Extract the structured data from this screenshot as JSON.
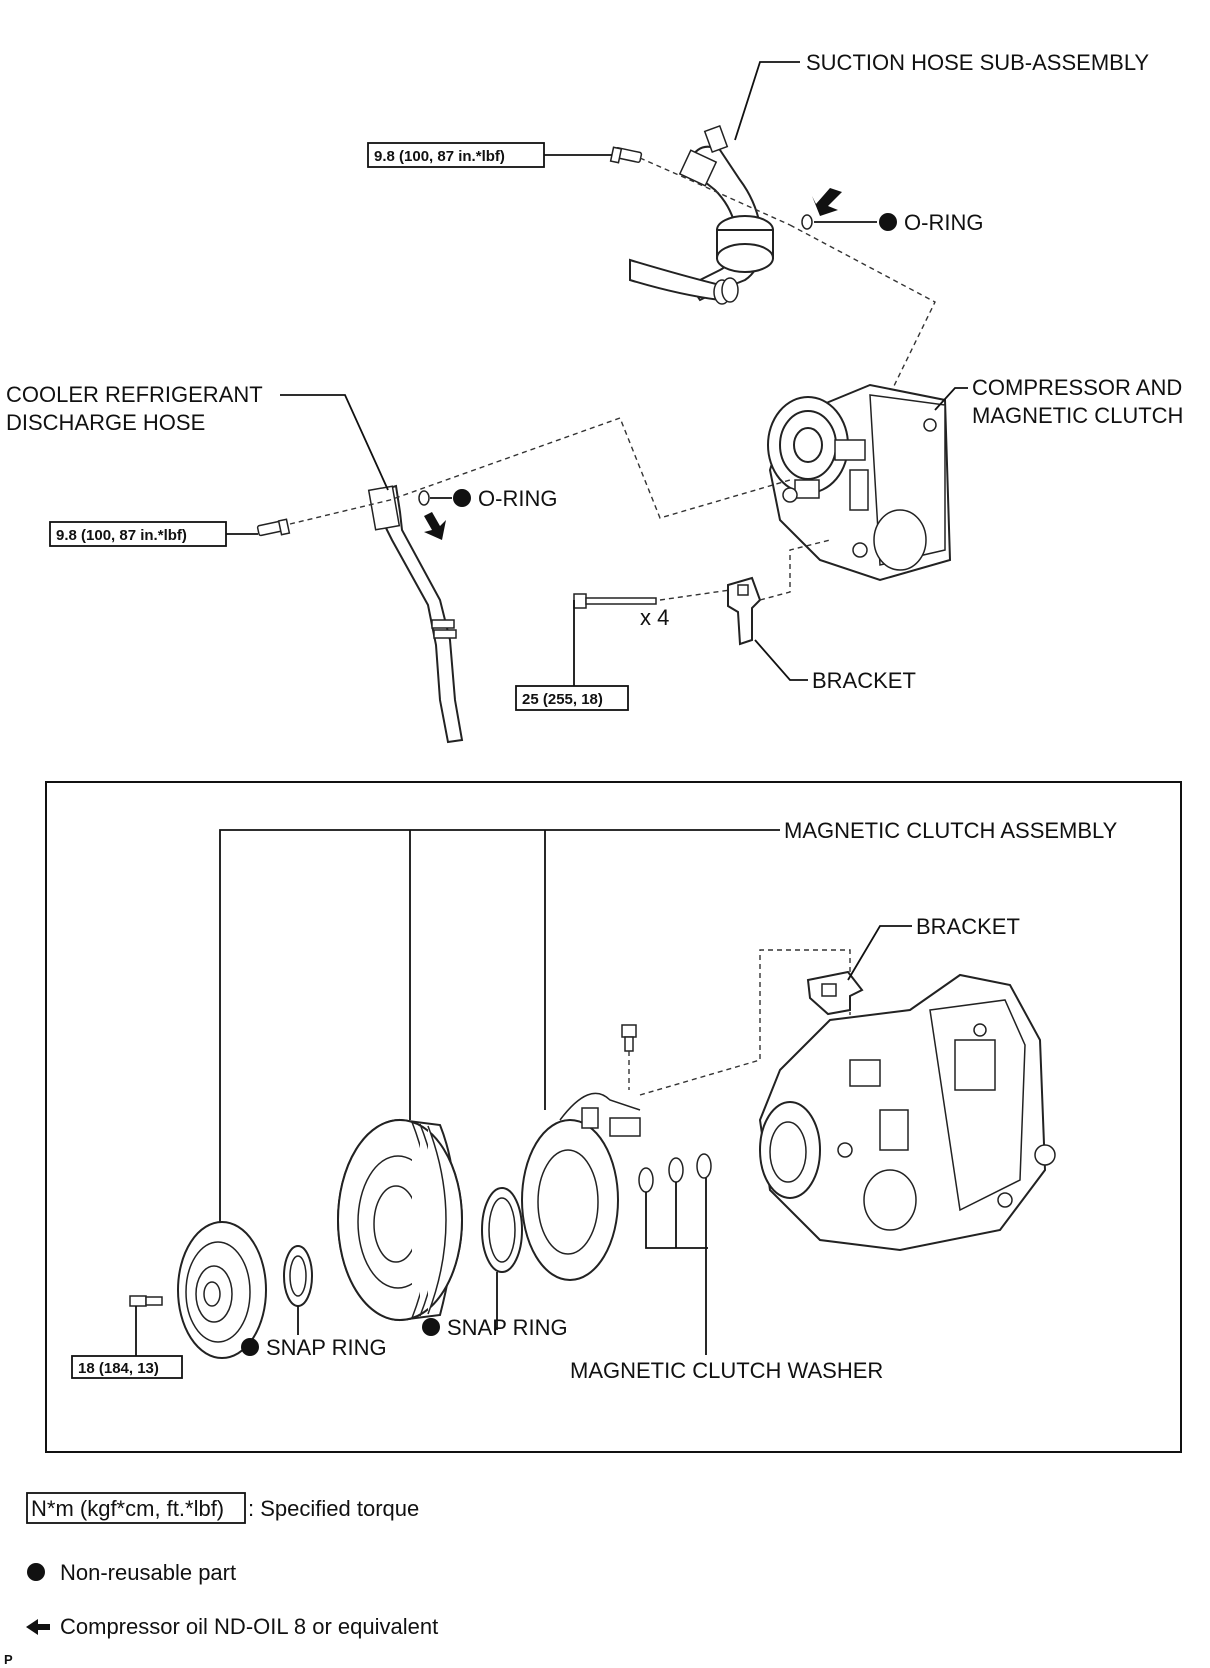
{
  "upper": {
    "suction_hose": "SUCTION HOSE SUB-ASSEMBLY",
    "torque_suction": "9.8 (100, 87 in.*lbf)",
    "oring_top": "O-RING",
    "compressor_line1": "COMPRESSOR AND",
    "compressor_line2": "MAGNETIC CLUTCH",
    "discharge_line1": "COOLER REFRIGERANT",
    "discharge_line2": "DISCHARGE HOSE",
    "oring_mid": "O-RING",
    "torque_discharge": "9.8 (100, 87 in.*lbf)",
    "bolt_count": "x 4",
    "bracket": "BRACKET",
    "torque_bracket": "25 (255, 18)"
  },
  "lower": {
    "clutch_assembly": "MAGNETIC CLUTCH ASSEMBLY",
    "bracket": "BRACKET",
    "snap_ring_1": "SNAP RING",
    "snap_ring_2": "SNAP RING",
    "washer": "MAGNETIC CLUTCH WASHER",
    "torque_bolt": "18 (184, 13)"
  },
  "legend": {
    "torque_unit": "N*m (kgf*cm, ft.*lbf)",
    "torque_desc": ": Specified torque",
    "non_reusable": "Non-reusable part",
    "compressor_oil": "Compressor oil ND-OIL 8 or equivalent"
  },
  "footer_mark": "P"
}
